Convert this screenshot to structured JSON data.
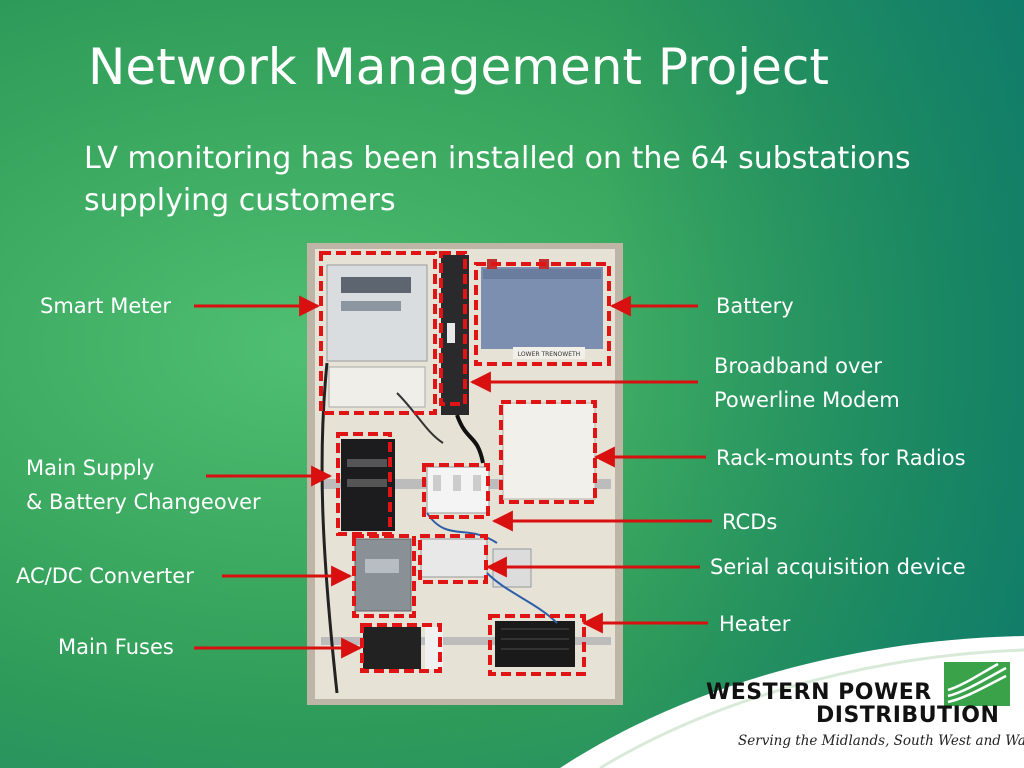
{
  "slide": {
    "title": "Network Management Project",
    "subtitle": "LV monitoring has been installed on the 64 substations supplying customers"
  },
  "labels": {
    "smart_meter": "Smart Meter",
    "main_supply_1": "Main Supply",
    "main_supply_2": "& Battery Changeover",
    "ac_dc": "AC/DC Converter",
    "main_fuses": "Main Fuses",
    "battery": "Battery",
    "broadband_1": "Broadband over",
    "broadband_2": "Powerline Modem",
    "rack_mounts": "Rack-mounts for Radios",
    "rcds": "RCDs",
    "serial": "Serial acquisition device",
    "heater": "Heater"
  },
  "logo": {
    "line1": "WESTERN POWER",
    "line2": "DISTRIBUTION",
    "tagline": "Serving the Midlands, South West and Wales"
  },
  "photo_text": {
    "battery_label": "LOWER TRENOWETH"
  },
  "colors": {
    "arrow": "#d81010",
    "box": "#e01414",
    "text": "#ffffff",
    "logo_green": "#3aa34a"
  }
}
